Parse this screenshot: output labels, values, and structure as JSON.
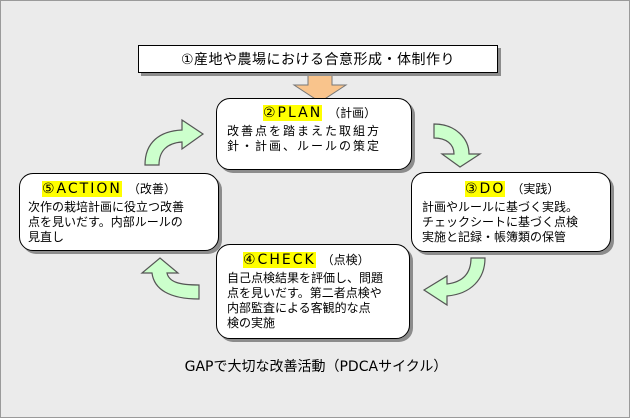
{
  "top": {
    "label": "①産地や農場における合意形成・体制作り"
  },
  "plan": {
    "title": "②PLAN",
    "sub": "（計画）",
    "body": "改善点を踏まえた取組方\n針・計画、ルールの策定"
  },
  "do": {
    "title": "③DO",
    "sub": "（実践）",
    "body": "計画やルールに基づく実践。\nチェックシートに基づく点検\n実施と記録・帳簿類の保管"
  },
  "check": {
    "title": "④CHECK",
    "sub": "（点検）",
    "body": "自己点検結果を評価し、問題\n点を見いだす。第二者点検や\n内部監査による客観的な点\n検の実施"
  },
  "action": {
    "title": "⑤ACTION",
    "sub": "（改善）",
    "body": "次作の栽培計画に役立つ改善\n点を見いだす。内部ルールの\n見直し"
  },
  "caption": "GAPで大切な改善活動（PDCAサイクル）",
  "colors": {
    "arrow_fill": "#ccffcc",
    "down_arrow_fill": "#f9c48c",
    "highlight": "#ffff00",
    "background": "#ebebeb"
  }
}
